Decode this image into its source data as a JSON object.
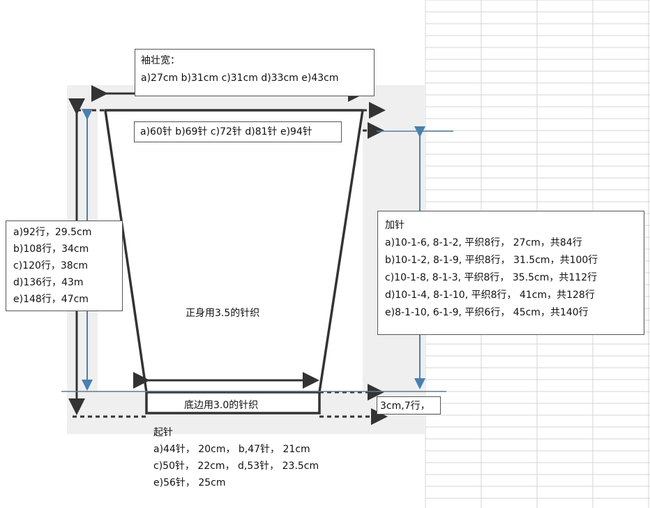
{
  "sleeve_width": {
    "title": "袖壮宽：",
    "values": "a)27cm  b)31cm  c)31cm  d)33cm  e)43cm"
  },
  "top_stitches": "a)60针 b)69针 c)72针 d)81针 e)94针",
  "rows_height": [
    "a)92行，29.5cm",
    "b)108行，34cm",
    "c)120行，38cm",
    "d)136行，43m",
    "e)148行，47cm"
  ],
  "increase": {
    "title": "加针",
    "lines": [
      "a)10-1-6, 8-1-2, 平织8行，  27cm，共84行",
      "b)10-1-2, 8-1-9, 平织8行，  31.5cm，共100行",
      "c)10-1-8, 8-1-3, 平织8行，  35.5cm，共112行",
      "d)10-1-4, 8-1-10, 平织8行，  41cm，共128行",
      "e)8-1-10, 6-1-9, 平织6行，  45cm，共140行"
    ]
  },
  "body_needle": "正身用3.5的针织",
  "hem_needle": "底边用3.0的针织",
  "hem_size": "3cm,7行，",
  "cast_on": {
    "title": "起针",
    "lines": [
      "a)44针，  20cm，  b,47针，  21cm",
      "c)50针，  22cm，  d,53针，  23.5cm",
      "e)56针，  25cm"
    ]
  },
  "colors": {
    "outline": "#333333",
    "dim_line": "#4a7fb0",
    "grid": "#d4d4d4",
    "scan_bg": "#ececec"
  }
}
